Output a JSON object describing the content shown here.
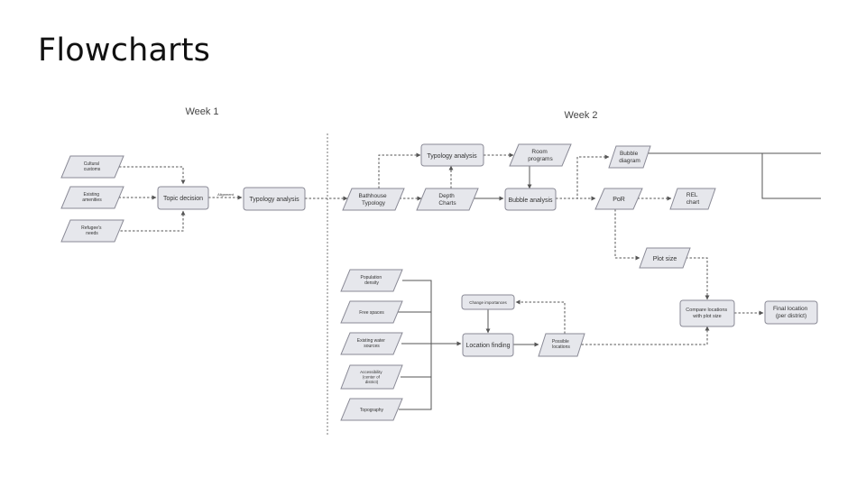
{
  "title": "Flowcharts",
  "weeks": {
    "week1": "Week 1",
    "week2": "Week 2"
  },
  "nodes": {
    "cultural_customs": [
      "Cultural",
      "customs"
    ],
    "existing_amenities": [
      "Existing",
      "amenities"
    ],
    "refugees_needs": [
      "Refugee's",
      "needs"
    ],
    "topic_decision": [
      "Topic decision"
    ],
    "typology_analysis_1": [
      "Typology analysis"
    ],
    "bathhouse_typology": [
      "Bathhouse",
      "Typology"
    ],
    "typology_analysis_2": [
      "Typology analysis"
    ],
    "depth_charts": [
      "Depth",
      "Charts"
    ],
    "room_programs": [
      "Room",
      "programs"
    ],
    "bubble_analysis": [
      "Bubble analysis"
    ],
    "bubble_diagram": [
      "Bubble",
      "diagram"
    ],
    "por": [
      "PoR"
    ],
    "rel_chart": [
      "REL",
      "chart"
    ],
    "plot_size": [
      "Plot size"
    ],
    "population_density": [
      "Population",
      "density"
    ],
    "free_spaces": [
      "Free spaces"
    ],
    "existing_water_sources": [
      "Existing water",
      "sources"
    ],
    "accessibility": [
      "Accessibility",
      "(center of",
      "district)"
    ],
    "topography": [
      "Topography"
    ],
    "change_importances": [
      "Change importances"
    ],
    "location_finding": [
      "Location finding"
    ],
    "possible_locations": [
      "Possible",
      "locations"
    ],
    "compare_locations": [
      "Compare locations",
      "with plot size"
    ],
    "final_location": [
      "Final location",
      "(per district)"
    ]
  },
  "edge_labels": {
    "topic_to_typology": "Alignment"
  }
}
